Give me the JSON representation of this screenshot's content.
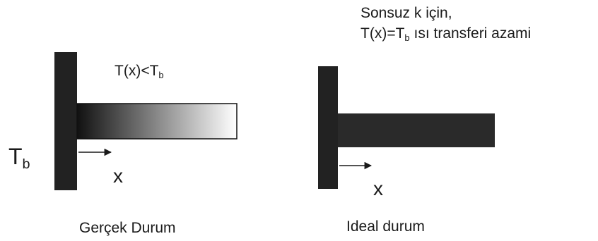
{
  "left": {
    "tb_label": {
      "main": "T",
      "sub": "b"
    },
    "temp_label": {
      "prefix": "T(x)<T",
      "sub": "b"
    },
    "axis_label": "x",
    "caption": "Gerçek Durum"
  },
  "right": {
    "note_line1": "Sonsuz k için,",
    "note_line2": {
      "prefix": "T(x)=T",
      "sub": "b",
      "suffix": " ısı transferi azami"
    },
    "axis_label": "x",
    "caption": "Ideal durum"
  },
  "colors": {
    "wall": "#222222",
    "fin_ideal": "#2a2a2a",
    "gradient_start": "#111111",
    "gradient_end": "#ffffff"
  }
}
